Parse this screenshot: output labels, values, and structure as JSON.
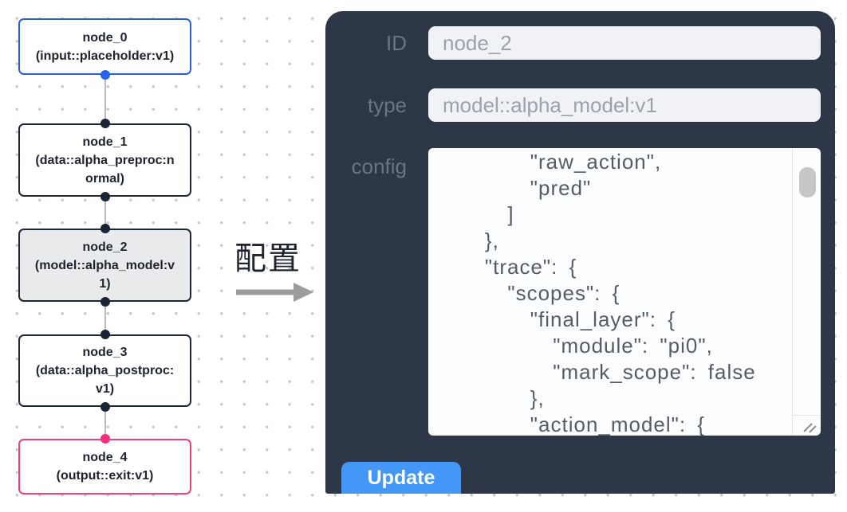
{
  "canvas": {
    "nodes": [
      {
        "id": "node_0",
        "type": "input::placeholder:v1",
        "variant": "input",
        "selected": false
      },
      {
        "id": "node_1",
        "type": "data::alpha_preproc:normal",
        "variant": "default",
        "selected": false
      },
      {
        "id": "node_2",
        "type": "model::alpha_model:v1",
        "variant": "default",
        "selected": true
      },
      {
        "id": "node_3",
        "type": "data::alpha_postproc:v1",
        "variant": "default",
        "selected": false
      },
      {
        "id": "node_4",
        "type": "output::exit:v1",
        "variant": "output",
        "selected": false
      }
    ],
    "edges": [
      {
        "from": "node_0",
        "to": "node_1"
      },
      {
        "from": "node_1",
        "to": "node_2"
      },
      {
        "from": "node_2",
        "to": "node_3"
      },
      {
        "from": "node_3",
        "to": "node_4"
      }
    ]
  },
  "annotation": {
    "label": "配置"
  },
  "config_panel": {
    "fields": [
      {
        "label": "ID",
        "value": "node_2"
      },
      {
        "label": "type",
        "value": "model::alpha_model:v1"
      },
      {
        "label": "config",
        "value": "        \"raw_action\",\n        \"pred\"\n      ]\n    },\n    \"trace\": {\n      \"scopes\": {\n        \"final_layer\": {\n          \"module\": \"pi0\",\n          \"mark_scope\": false\n        },\n        \"action_model\": {"
      }
    ],
    "button": {
      "label": "Update"
    }
  },
  "colors": {
    "panel_bg": "#2d3748",
    "field_bg": "#f0f2f6",
    "textarea_bg": "#fcfdfe",
    "label_text": "#6b7483",
    "field_text": "#9aa2ab",
    "config_text": "#565c66",
    "button_bg": "#4398f7",
    "button_text": "#ffffff",
    "node_input_accent": "#2b5fd9",
    "node_default_accent": "#1e2736",
    "node_output_accent": "#ef3e7e",
    "selected_node_bg": "#e9eaec",
    "port_blue": "#2563eb",
    "port_dark": "#1b2436",
    "port_pink": "#f5317f",
    "edge": "#b6bcc2",
    "grid_dot": "#c5cad0",
    "annotation_text": "#20242e",
    "arrow": "#9c9c9c",
    "scrollbar_thumb": "#c6c6c8"
  }
}
